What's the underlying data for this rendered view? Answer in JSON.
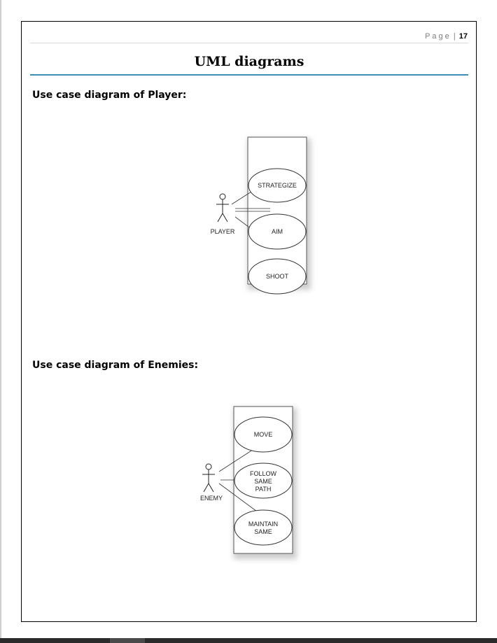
{
  "header": {
    "page_word": "Page",
    "separator": "|",
    "page_number": "17"
  },
  "title": "UML diagrams",
  "sections": [
    {
      "heading": "Use case diagram of Player:",
      "actor": "PLAYER",
      "use_cases": [
        {
          "lines": [
            "STRATEGIZE"
          ]
        },
        {
          "lines": [
            "AIM"
          ]
        },
        {
          "lines": [
            "SHOOT"
          ]
        }
      ]
    },
    {
      "heading": "Use case diagram of Enemies:",
      "actor": "ENEMY",
      "use_cases": [
        {
          "lines": [
            "MOVE"
          ]
        },
        {
          "lines": [
            "FOLLOW",
            "SAME",
            "PATH"
          ]
        },
        {
          "lines": [
            "MAINTAIN",
            "SAME"
          ]
        }
      ]
    }
  ]
}
